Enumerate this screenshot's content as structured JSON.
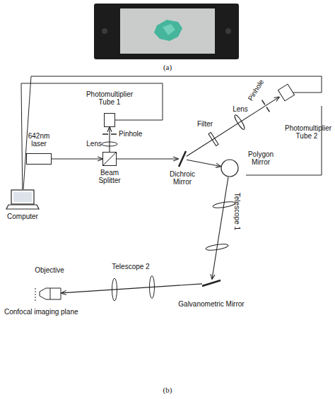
{
  "diagram": {
    "nodes": [
      {
        "text": [
          "642nm laser"
        ]
      },
      {
        "text": [
          "Beam Splitter"
        ]
      },
      {
        "text": [
          "Photomultiplier Tube 1"
        ]
      },
      {
        "text": [
          "Dichroic Mirror"
        ]
      },
      {
        "text": [
          "Polygon Mirror"
        ]
      },
      {
        "text": [
          "Photomultiplier Tube 2"
        ]
      },
      {
        "text": [
          "Galvanometric Mirror"
        ]
      },
      {
        "text": [
          "Objective"
        ]
      },
      {
        "text": [
          "Computer"
        ]
      }
    ],
    "edges": [
      {
        "from": 0,
        "to": 1,
        "arrow": "to"
      },
      {
        "from": 1,
        "to": 3,
        "arrow": "to"
      },
      {
        "from": 3,
        "to": 4,
        "arrow": "to"
      },
      {
        "from": 4,
        "to": 6,
        "arrow": "to"
      },
      {
        "from": 6,
        "to": 7,
        "arrow": "to"
      },
      {
        "from": 1,
        "to": 2,
        "arrow": "to"
      },
      {
        "from": 3,
        "to": 5,
        "arrow": "to"
      },
      {
        "from": 8,
        "to": 2,
        "arrow": "none"
      },
      {
        "from": 8,
        "to": 5,
        "arrow": "none"
      }
    ],
    "labels": [
      "(a)",
      "Lens",
      "Pinhole",
      "Filter",
      "Lens",
      "Pinhole",
      "Telescope 1",
      "Telescope 2",
      "Confocal imaging plane",
      "(b)"
    ]
  }
}
